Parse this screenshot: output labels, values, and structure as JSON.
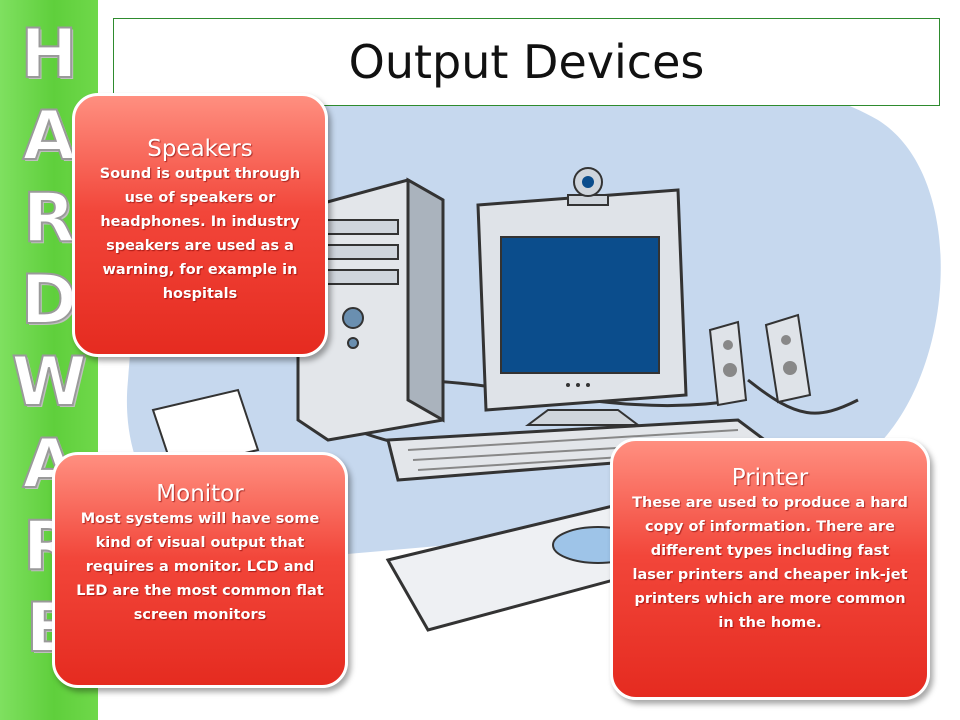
{
  "side_banner": {
    "letters": [
      "H",
      "A",
      "R",
      "D",
      "W",
      "A",
      "R",
      "E"
    ]
  },
  "title": "Output Devices",
  "cards": {
    "speakers": {
      "title": "Speakers",
      "body": "Sound is output through use of speakers or headphones.  In industry speakers are used as a warning, for example in hospitals"
    },
    "monitor": {
      "title": "Monitor",
      "body": "Most systems will have some kind of visual output that requires a monitor.  LCD and LED are the most common flat screen monitors"
    },
    "printer": {
      "title": "Printer",
      "body": "These are used to produce a hard copy of information.  There are different types including fast laser printers and cheaper ink-jet printers which are more common in the home."
    }
  },
  "colors": {
    "banner_green": "#5fcf3c",
    "title_border": "#2e8b2e",
    "card_red": "#e52b20",
    "blob_blue": "#c6d8ee",
    "screen_blue": "#0b4d8c"
  }
}
